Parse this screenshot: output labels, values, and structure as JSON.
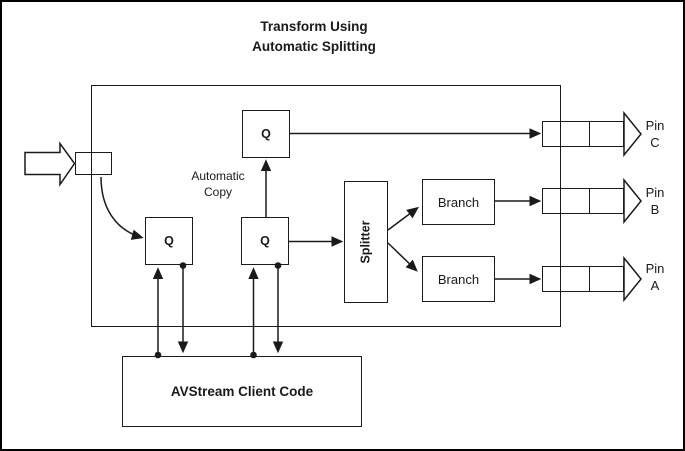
{
  "title": {
    "line1": "Transform Using",
    "line2": "Automatic Splitting"
  },
  "boxes": {
    "queue_top": "Q",
    "queue_left": "Q",
    "queue_middle": "Q",
    "splitter": "Splitter",
    "branch_top": "Branch",
    "branch_bottom": "Branch",
    "client_code": "AVStream Client Code"
  },
  "labels": {
    "automatic_copy_line1": "Automatic",
    "automatic_copy_line2": "Copy"
  },
  "pins": [
    {
      "name": "Pin",
      "letter": "C"
    },
    {
      "name": "Pin",
      "letter": "B"
    },
    {
      "name": "Pin",
      "letter": "A"
    }
  ],
  "colors": {
    "line": "#1a1a1a",
    "text": "#1a1a1a",
    "background": "#ffffff"
  }
}
